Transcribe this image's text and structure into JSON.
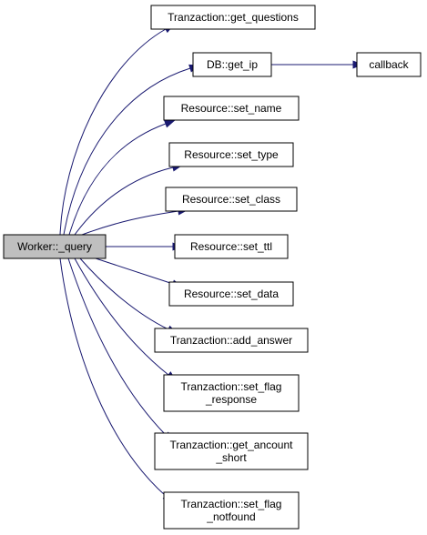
{
  "diagram": {
    "title": "",
    "root": {
      "id": "worker_query",
      "label": "Worker::_query"
    },
    "nodes": [
      {
        "id": "get_questions",
        "lines": [
          "Tranzaction::get_questions"
        ]
      },
      {
        "id": "db_get_ip",
        "lines": [
          "DB::get_ip"
        ]
      },
      {
        "id": "callback",
        "lines": [
          "callback"
        ]
      },
      {
        "id": "set_name",
        "lines": [
          "Resource::set_name"
        ]
      },
      {
        "id": "set_type",
        "lines": [
          "Resource::set_type"
        ]
      },
      {
        "id": "set_class",
        "lines": [
          "Resource::set_class"
        ]
      },
      {
        "id": "set_ttl",
        "lines": [
          "Resource::set_ttl"
        ]
      },
      {
        "id": "set_data",
        "lines": [
          "Resource::set_data"
        ]
      },
      {
        "id": "add_answer",
        "lines": [
          "Tranzaction::add_answer"
        ]
      },
      {
        "id": "set_flag_response",
        "lines": [
          "Tranzaction::set_flag",
          "_response"
        ]
      },
      {
        "id": "get_ancount_short",
        "lines": [
          "Tranzaction::get_ancount",
          "_short"
        ]
      },
      {
        "id": "set_flag_notfound",
        "lines": [
          "Tranzaction::set_flag",
          "_notfound"
        ]
      }
    ],
    "edges": [
      {
        "from": "worker_query",
        "to": "get_questions"
      },
      {
        "from": "worker_query",
        "to": "db_get_ip"
      },
      {
        "from": "db_get_ip",
        "to": "callback"
      },
      {
        "from": "worker_query",
        "to": "set_name"
      },
      {
        "from": "worker_query",
        "to": "set_type"
      },
      {
        "from": "worker_query",
        "to": "set_class"
      },
      {
        "from": "worker_query",
        "to": "set_ttl"
      },
      {
        "from": "worker_query",
        "to": "set_data"
      },
      {
        "from": "worker_query",
        "to": "add_answer"
      },
      {
        "from": "worker_query",
        "to": "set_flag_response"
      },
      {
        "from": "worker_query",
        "to": "get_ancount_short"
      },
      {
        "from": "worker_query",
        "to": "set_flag_notfound"
      }
    ],
    "colors": {
      "edge": "#191970",
      "root_fill": "#bfbfbf",
      "node_fill": "#ffffff",
      "border": "#000000"
    }
  }
}
